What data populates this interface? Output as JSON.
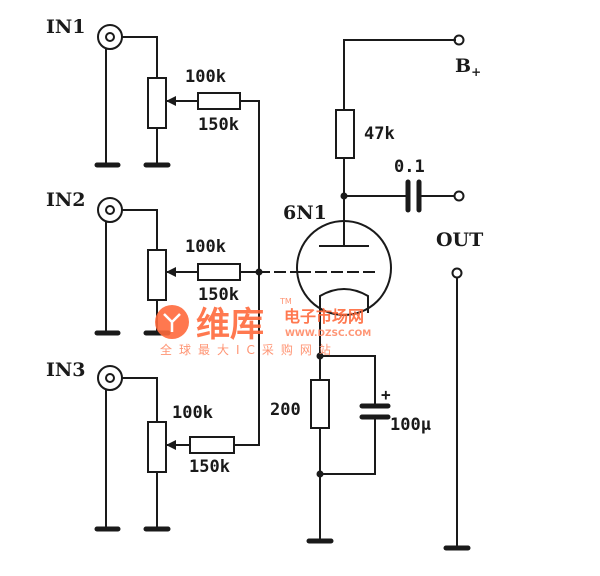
{
  "labels": {
    "in1": "IN1",
    "in2": "IN2",
    "in3": "IN3",
    "bplus": "B",
    "bplus_sub": "+",
    "tube": "6N1",
    "out": "OUT"
  },
  "values": {
    "pot1": "100k",
    "res1": "150k",
    "pot2": "100k",
    "res2": "150k",
    "pot3": "100k",
    "res3": "150k",
    "plate_res": "47k",
    "coupling_cap": "0.1",
    "cathode_res": "200",
    "cathode_cap": "100μ",
    "cap_plus": "+"
  },
  "watermark": {
    "logo_text": "维库",
    "site_title": "电子市场网",
    "url": "WWW.DZSC.COM",
    "slogan": "全球最大IC采购网站",
    "tm": "TM"
  },
  "colors": {
    "ink": "#1a1a1a",
    "watermark": "#ff6a3d"
  }
}
